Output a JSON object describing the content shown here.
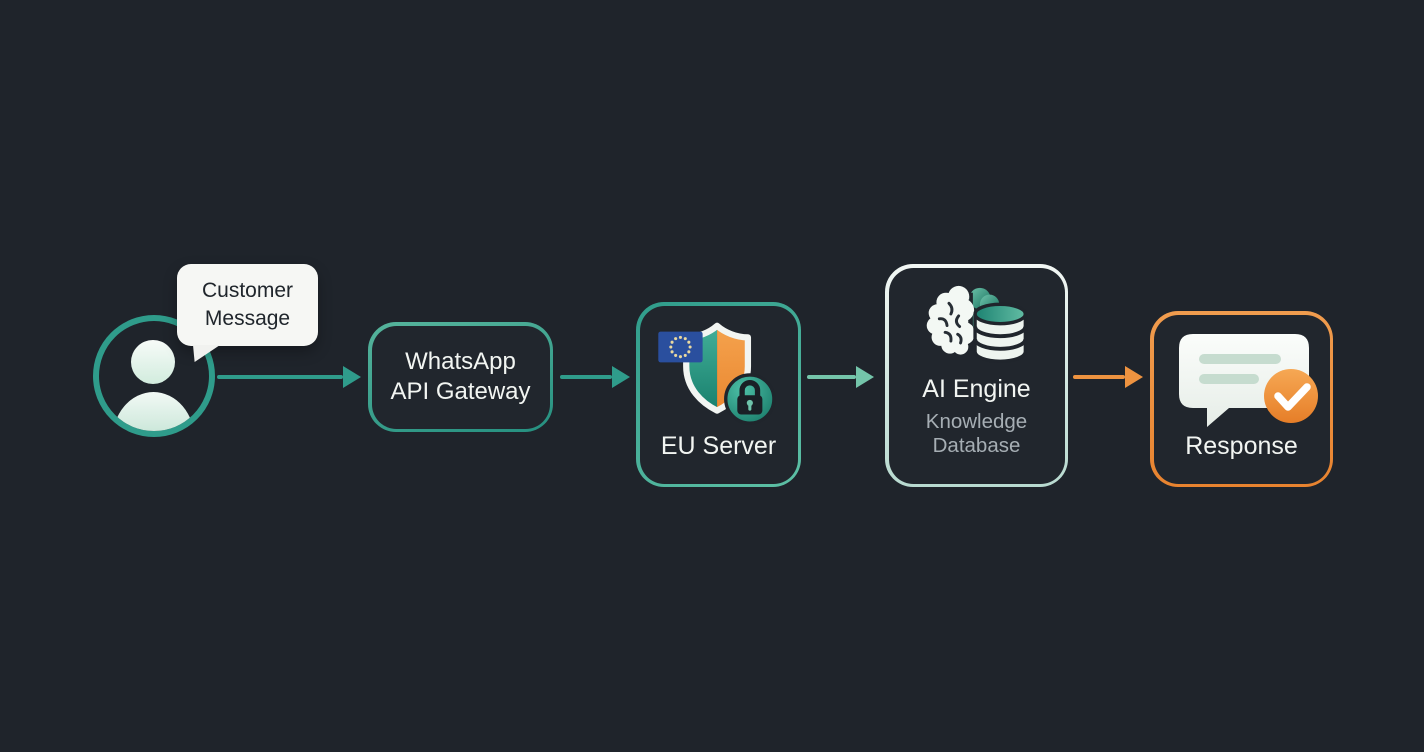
{
  "palette": {
    "background": "#1f242b",
    "teal": "#2f9c8b",
    "mint": "#74c5aa",
    "orange": "#ee9340",
    "eu_blue": "#2a4f9e",
    "light_text": "#f2f5f2",
    "muted_text": "#a6aeb4",
    "bubble_bg": "#f6f7f4",
    "bubble_text": "#20262c"
  },
  "nodes": {
    "customer": {
      "label": "Customer Message"
    },
    "gateway": {
      "label": "WhatsApp API Gateway"
    },
    "eu_server": {
      "label": "EU Server"
    },
    "ai_engine": {
      "title": "AI Engine",
      "subtitle": "Knowledge Database"
    },
    "response": {
      "label": "Response"
    }
  },
  "connections": [
    {
      "from": "customer",
      "to": "gateway",
      "color": "#2f9c8b"
    },
    {
      "from": "gateway",
      "to": "eu_server",
      "color": "#2f9c8b"
    },
    {
      "from": "eu_server",
      "to": "ai_engine",
      "color": "#74c5aa"
    },
    {
      "from": "ai_engine",
      "to": "response",
      "color": "#ee9340"
    }
  ],
  "icons": [
    "user-avatar-icon",
    "speech-bubble",
    "shield-icon",
    "eu-flag-icon",
    "lock-icon",
    "brain-icon",
    "database-icon",
    "chat-bubble-icon",
    "checkmark-icon"
  ]
}
